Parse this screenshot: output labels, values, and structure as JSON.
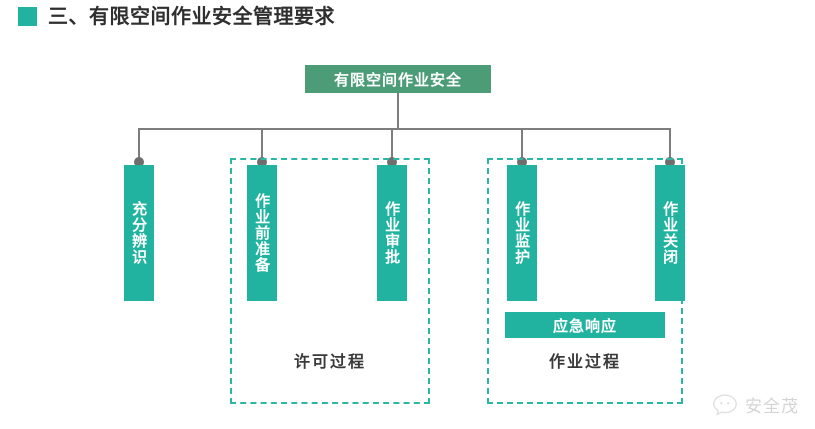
{
  "page": {
    "title_bullet_color": "#22b3a0",
    "title": "三、有限空间作业安全管理要求"
  },
  "diagram": {
    "root": {
      "label": "有限空间作业安全",
      "color": "#4d9c78"
    },
    "connector_color": "#7d7d7d",
    "steps": [
      {
        "id": "step-1",
        "label": "充分辨识",
        "color": "#22b3a0"
      },
      {
        "id": "step-2",
        "label": "作业前准备",
        "color": "#22b3a0"
      },
      {
        "id": "step-3",
        "label": "作业审批",
        "color": "#22b3a0"
      },
      {
        "id": "step-4",
        "label": "作业监护",
        "color": "#22b3a0"
      },
      {
        "id": "step-5",
        "label": "作业关闭",
        "color": "#22b3a0"
      }
    ],
    "groups": [
      {
        "id": "group-permit",
        "label": "许可过程",
        "border_color": "#2bb7a4"
      },
      {
        "id": "group-work",
        "label": "作业过程",
        "border_color": "#2bb7a4"
      }
    ],
    "emergency": {
      "label": "应急响应",
      "color": "#22b3a0"
    }
  },
  "watermark": {
    "icon": "chat-face-icon",
    "text": "安全茂"
  }
}
